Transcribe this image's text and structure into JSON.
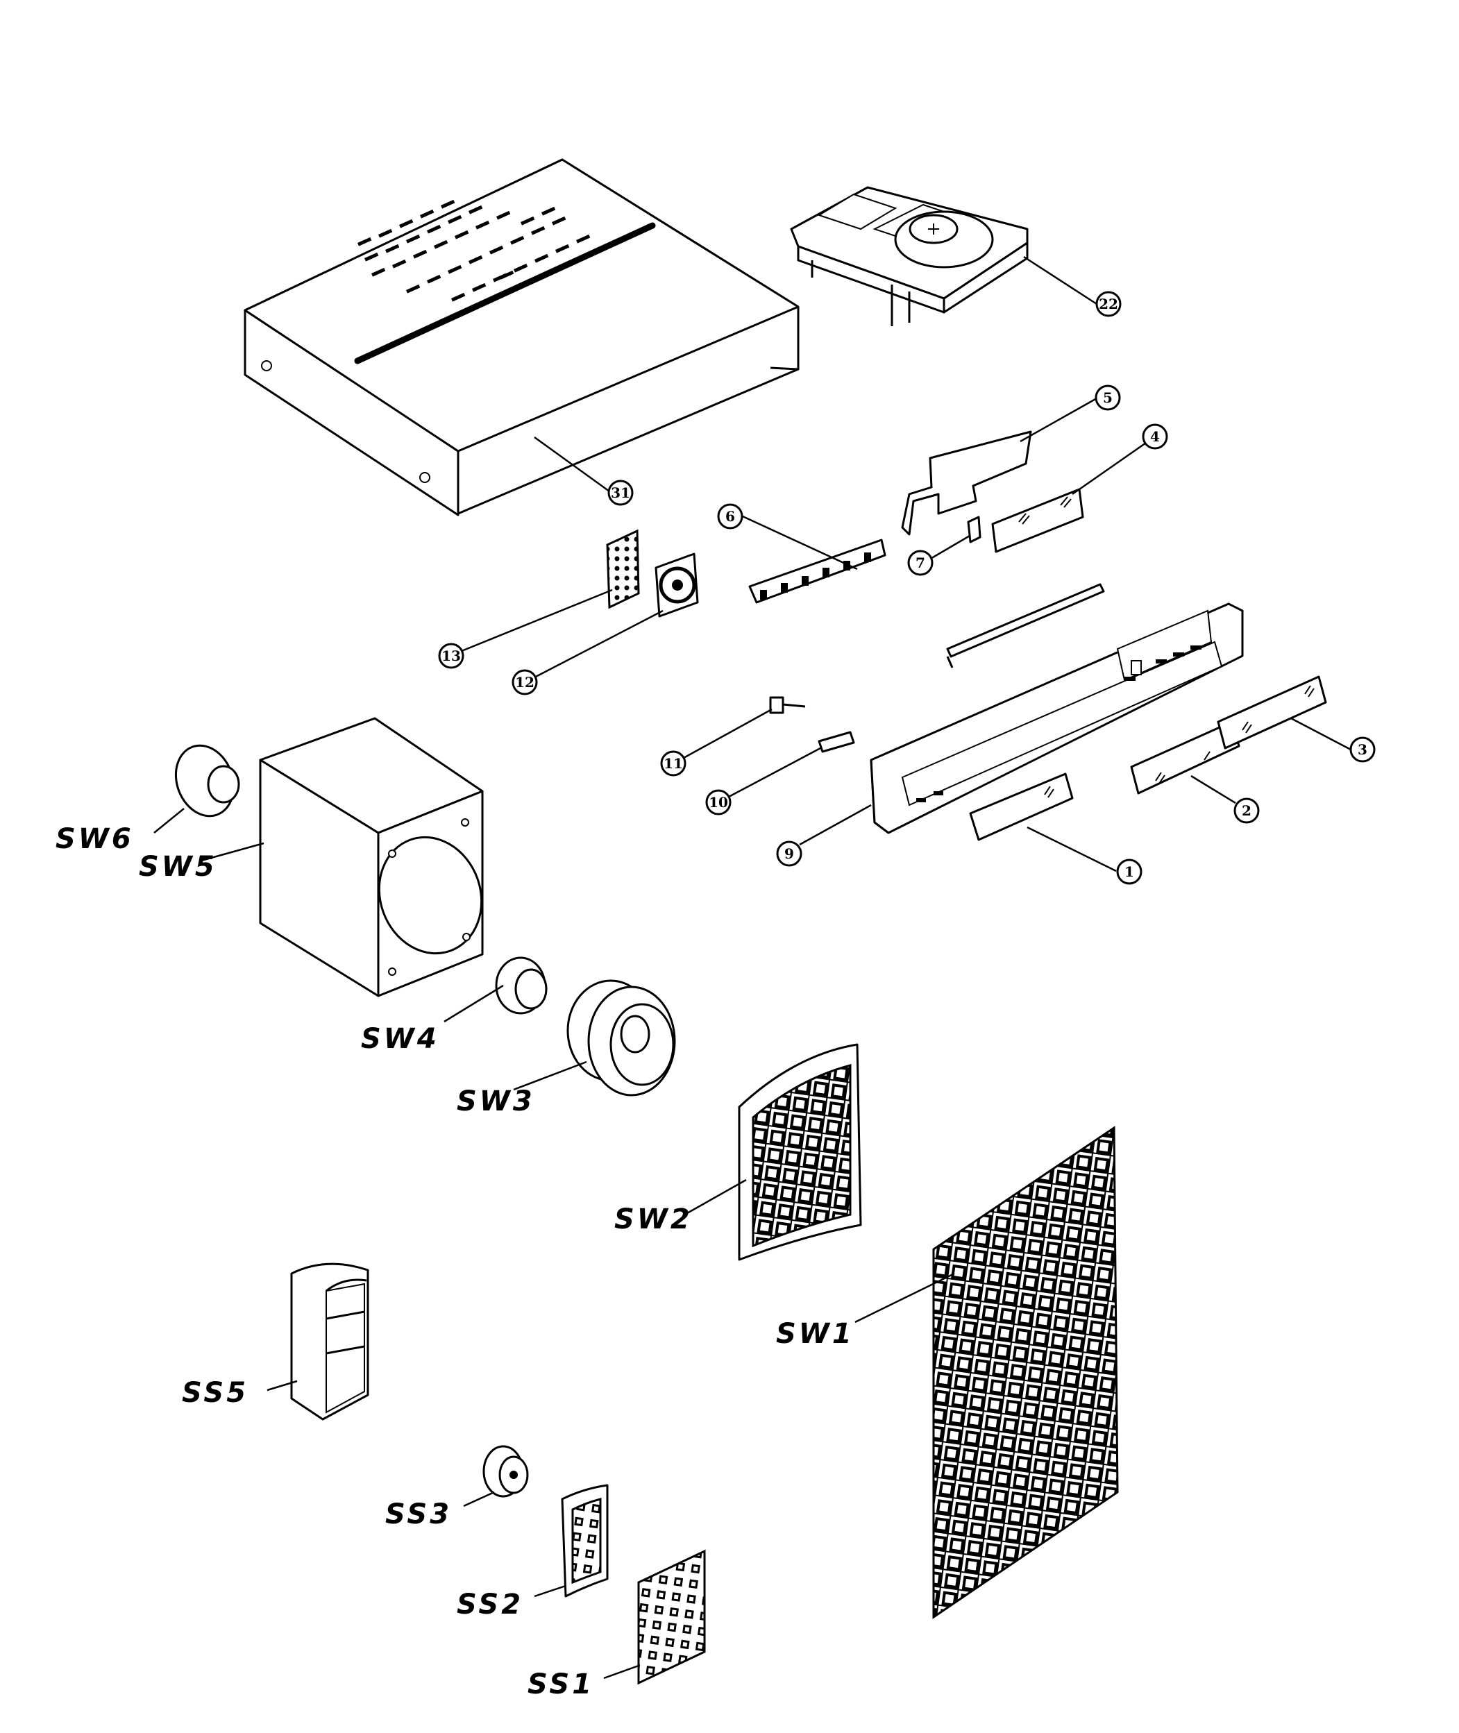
{
  "callouts": {
    "c1": "1",
    "c2": "2",
    "c3": "3",
    "c4": "4",
    "c5": "5",
    "c6": "6",
    "c7": "7",
    "c9": "9",
    "c10": "10",
    "c11": "11",
    "c12": "12",
    "c13": "13",
    "c22": "22",
    "c31": "31"
  },
  "labels": {
    "sw1": "SW1",
    "sw2": "SW2",
    "sw3": "SW3",
    "sw4": "SW4",
    "sw5": "SW5",
    "sw6": "SW6",
    "ss1": "SS1",
    "ss2": "SS2",
    "ss3": "SS3",
    "ss5": "SS5"
  }
}
